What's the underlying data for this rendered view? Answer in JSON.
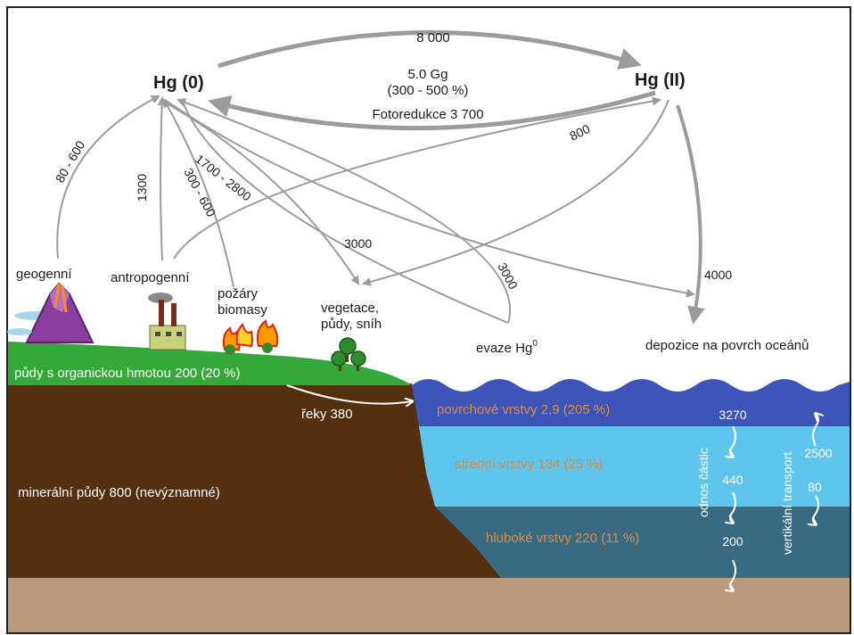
{
  "colors": {
    "soil_brown": "#54300f",
    "ground_tan": "#b99a7c",
    "green_soil": "#35a83a",
    "ocean_surface": "#3d55b8",
    "ocean_middle": "#5ec6ec",
    "ocean_deep": "#386a82",
    "label_orange": "#e08a3c",
    "arrow_grey": "#9b9b9b"
  },
  "atmosphere": {
    "hg0": "Hg (0)",
    "hg2": "Hg (II)",
    "flux_top": "8 000",
    "pool_amount": "5.0 Gg",
    "pool_change": "(300 - 500 %)",
    "photoreduction": "Fotoredukce 3 700"
  },
  "fluxes": {
    "geogenic": "80 - 600",
    "anthropogenic": "1300",
    "fires": "300 - 600",
    "vegetation": "1700 - 2800",
    "anthro_to_hg2": "800",
    "hg2_to_vegetation": "3000",
    "evasion": "3000",
    "ocean_deposition": "4000"
  },
  "sources": {
    "geogenic": "geogenní",
    "anthropogenic": "antropogenní",
    "fires_line1": "požáry",
    "fires_line2": "biomasy",
    "vegetation_line1": "vegetace,",
    "vegetation_line2": "půdy, sníh",
    "evasion": "evaze Hg",
    "evasion_sup": "0",
    "deposition": "depozice na povrch oceánů"
  },
  "land": {
    "organic_soils": "půdy s organickou hmotou 200 (20 %)",
    "rivers": "řeky 380",
    "mineral_soils": "minerální půdy 800 (nevýznamné)"
  },
  "ocean": {
    "surface": "povrchové vrstvy 2,9 (205 %)",
    "middle": "střední vrstvy 134 (25 %)",
    "deep": "hluboké vrstvy 220 (11 %)",
    "particle_removal": "odnos částic",
    "vertical_transport": "vertikální transport",
    "down_1": "3270",
    "down_2": "440",
    "down_3": "200",
    "up_1": "2500",
    "up_2": "80"
  }
}
